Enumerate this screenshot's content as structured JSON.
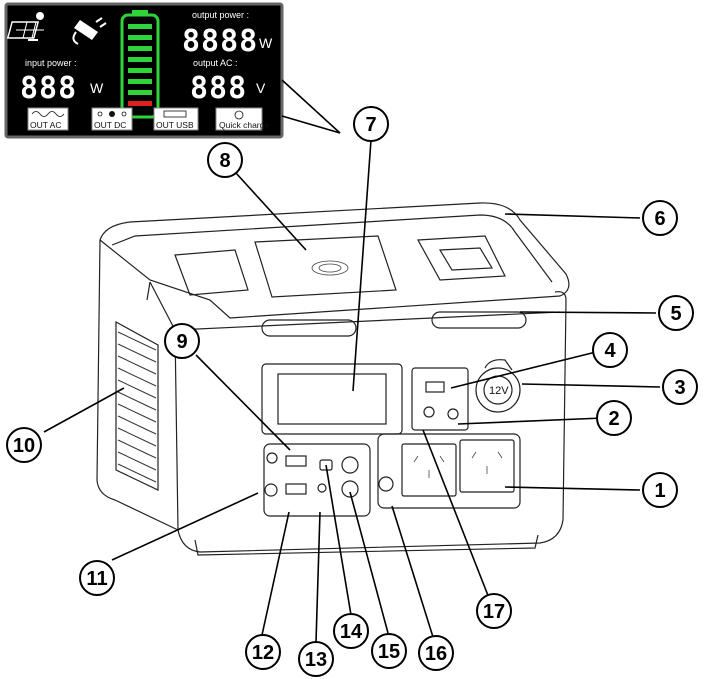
{
  "lcd": {
    "output_power_label": "output power :",
    "output_power_digits": "8888",
    "output_power_unit": "W",
    "input_power_label": "input power :",
    "input_power_digits": "888",
    "input_power_unit": "W",
    "output_ac_label": "output AC :",
    "output_ac_digits": "888",
    "output_ac_unit": "V",
    "buttons": [
      {
        "label": "OUT AC"
      },
      {
        "label": "OUT DC"
      },
      {
        "label": "OUT USB"
      },
      {
        "label": "Quick charge"
      }
    ],
    "battery_bars_green": 7,
    "battery_bars_red": 1,
    "colors": {
      "background": "#000000",
      "bar_green": "#2fd43a",
      "bar_red": "#e0201f",
      "frame": "#2fd43a"
    }
  },
  "device": {
    "cig_socket_label": "12V"
  },
  "callouts": [
    {
      "num": "1"
    },
    {
      "num": "2"
    },
    {
      "num": "3"
    },
    {
      "num": "4"
    },
    {
      "num": "5"
    },
    {
      "num": "6"
    },
    {
      "num": "7"
    },
    {
      "num": "8"
    },
    {
      "num": "9"
    },
    {
      "num": "10"
    },
    {
      "num": "11"
    },
    {
      "num": "12"
    },
    {
      "num": "13"
    },
    {
      "num": "14"
    },
    {
      "num": "15"
    },
    {
      "num": "16"
    },
    {
      "num": "17"
    }
  ]
}
